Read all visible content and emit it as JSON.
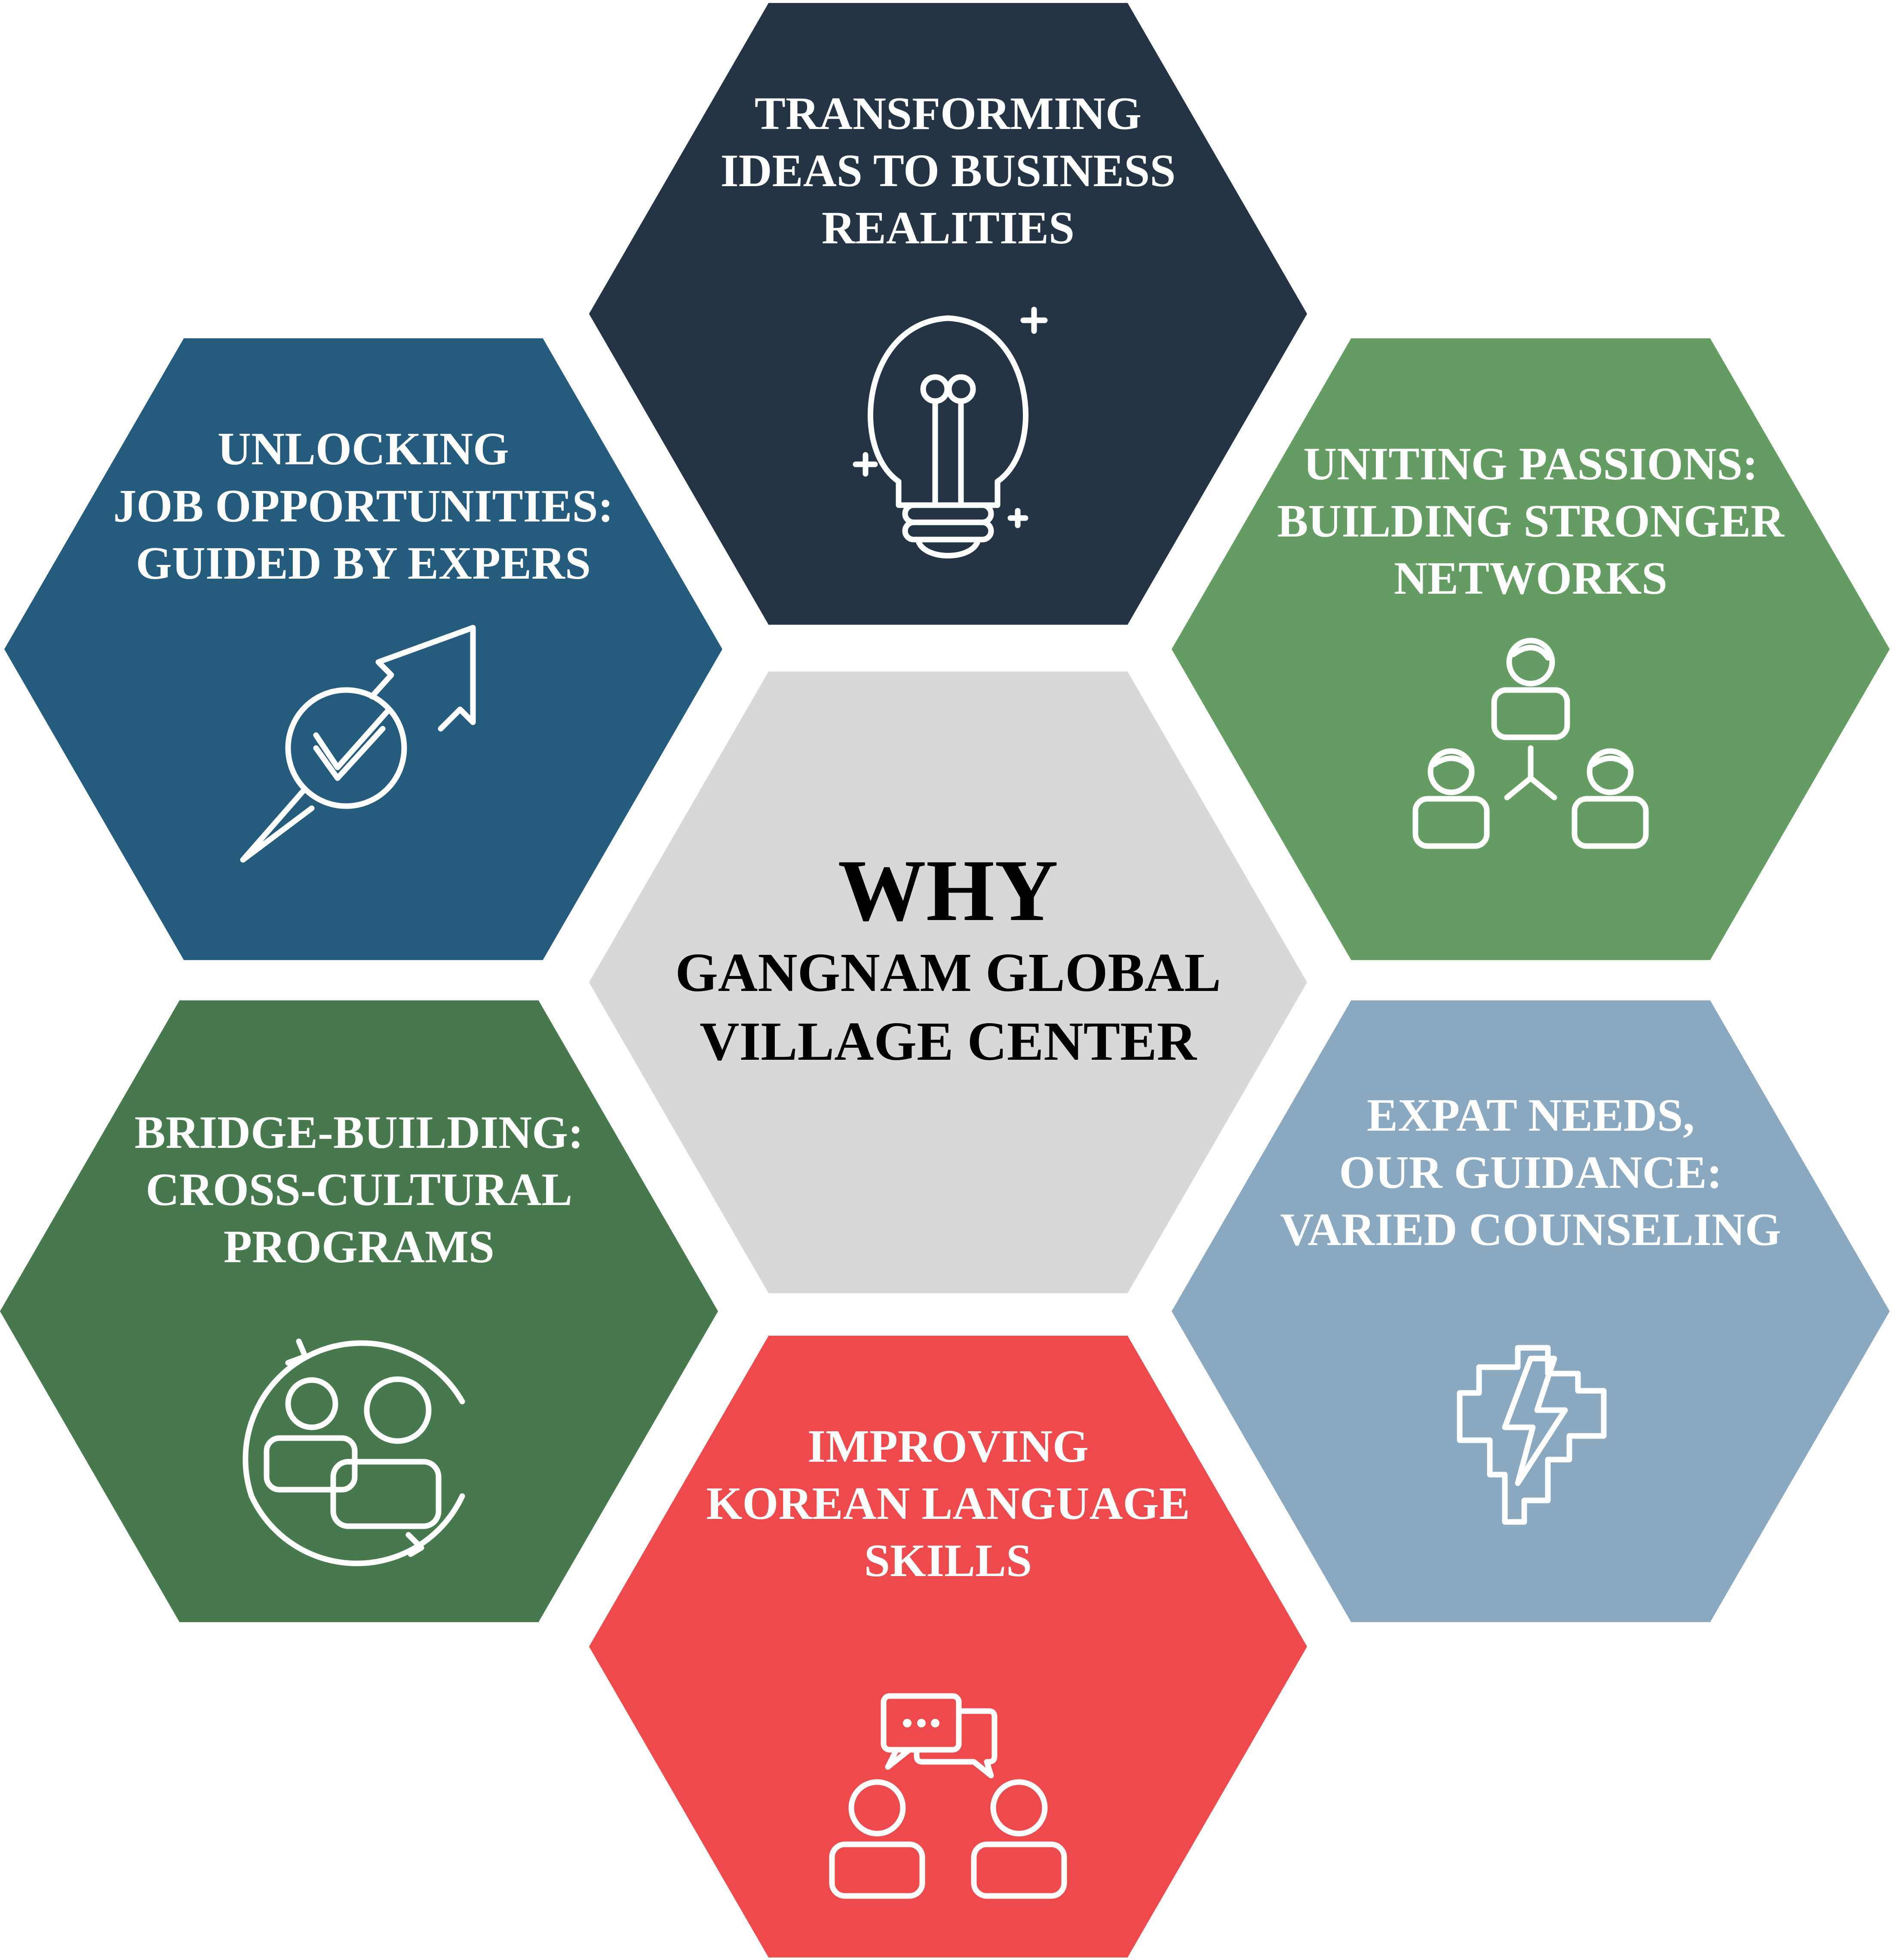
{
  "center": {
    "heading": "WHY",
    "lines": [
      "GANGNAM GLOBAL",
      "VILLAGE CENTER"
    ],
    "color": "#d8d8d8"
  },
  "hexagons": [
    {
      "id": "top",
      "color": "#243445",
      "icon": "lightbulb-icon",
      "lines": [
        "TRANSFORMING",
        "IDEAS TO BUSINESS",
        "REALITIES"
      ]
    },
    {
      "id": "upper-left",
      "color": "#255c7e",
      "icon": "growth-arrow-check-icon",
      "lines": [
        "UNLOCKING",
        "JOB OPPORTUNITIES:",
        "GUIDED BY EXPERS"
      ]
    },
    {
      "id": "upper-right",
      "color": "#659c64",
      "icon": "network-people-icon",
      "lines": [
        "UNITING PASSIONS:",
        "BUILDING STRONGER",
        "NETWORKS"
      ]
    },
    {
      "id": "lower-left",
      "color": "#48784e",
      "icon": "cultural-exchange-icon",
      "lines": [
        "BRIDGE-BUILDING:",
        "CROSS-CULTURAL",
        "PROGRAMS"
      ]
    },
    {
      "id": "lower-right",
      "color": "#8aa9c0",
      "icon": "brain-lightning-icon",
      "lines": [
        "EXPAT NEEDS,",
        "OUR GUIDANCE:",
        "VARIED COUNSELING"
      ]
    },
    {
      "id": "bottom",
      "color": "#ee4a4e",
      "icon": "conversation-people-icon",
      "lines": [
        "IMPROVING",
        "KOREAN LANGUAGE",
        "SKILLS"
      ]
    }
  ]
}
